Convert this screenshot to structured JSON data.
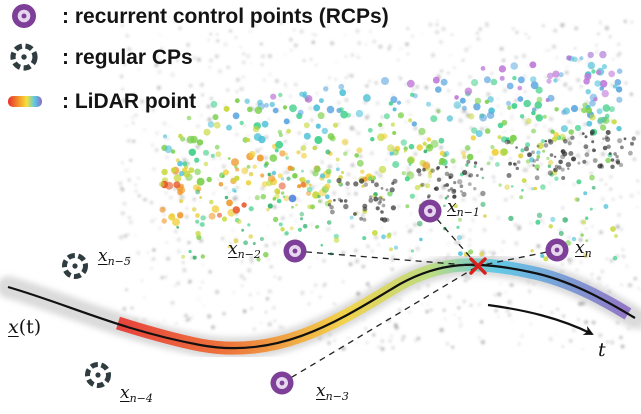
{
  "legend": {
    "rcp": "recurrent control points (RCPs)",
    "regular": "regular CPs",
    "lidar": "LiDAR point",
    "separator": ":"
  },
  "labels": {
    "xn": {
      "base": "x",
      "sub": "n"
    },
    "xn1": {
      "base": "x",
      "sub": "n−1"
    },
    "xn2": {
      "base": "x",
      "sub": "n−2"
    },
    "xn3": {
      "base": "x",
      "sub": "n−3"
    },
    "xn4": {
      "base": "x",
      "sub": "n−4"
    },
    "xn5": {
      "base": "x",
      "sub": "n−5"
    },
    "xt": {
      "base": "x",
      "arg": "(t)"
    },
    "t": "t"
  },
  "colors": {
    "rcp": "#7d3f98",
    "regular": "#2f3d40",
    "intersection": "#d8201c",
    "curve": "#111111",
    "lidar_gradient": [
      "#e0302a",
      "#f08a2a",
      "#f2d23a",
      "#4fc3e8",
      "#8a6fc2"
    ]
  }
}
